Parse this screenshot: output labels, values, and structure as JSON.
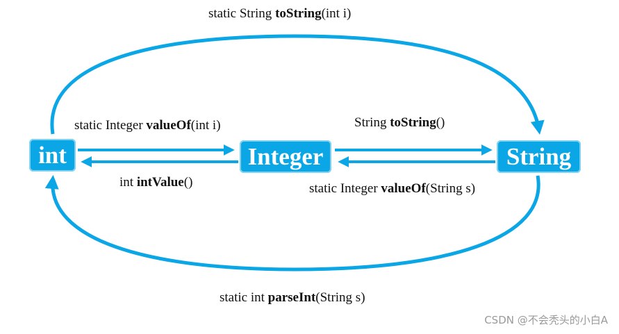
{
  "colors": {
    "accent": "#0aa6e6",
    "text": "#111111",
    "watermark": "#9a9a9a"
  },
  "nodes": {
    "int": "int",
    "integer": "Integer",
    "string": "String"
  },
  "edges": {
    "int_to_string": {
      "pre": "static String ",
      "method": "toString",
      "post": "(int i)"
    },
    "int_to_integer": {
      "pre": "static Integer ",
      "method": "valueOf",
      "post": "(int i)"
    },
    "integer_to_int": {
      "pre": "int ",
      "method": "intValue",
      "post": "()"
    },
    "integer_to_string": {
      "pre": "String ",
      "method": "toString",
      "post": "()"
    },
    "string_to_integer": {
      "pre": "static Integer ",
      "method": "valueOf",
      "post": "(String s)"
    },
    "string_to_int": {
      "pre": "static int ",
      "method": "parseInt",
      "post": "(String s)"
    }
  },
  "watermark": "CSDN @不会秃头的小白A"
}
